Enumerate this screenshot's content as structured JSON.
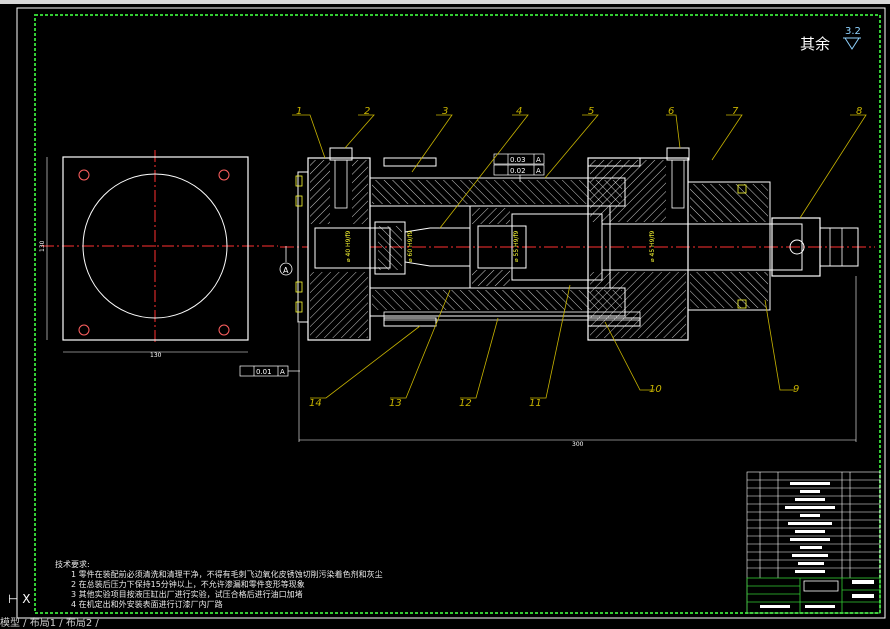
{
  "surface_roughness": {
    "label": "其余",
    "value": "3.2"
  },
  "part_labels": [
    "1",
    "2",
    "3",
    "4",
    "5",
    "6",
    "7",
    "8",
    "9",
    "10",
    "11",
    "12",
    "13",
    "14"
  ],
  "dimensions": {
    "overall_length": "300",
    "flange_width": "130",
    "flange_height": "130"
  },
  "datum": "A",
  "tolerance_frames": [
    {
      "value": "0.03",
      "datum": "A"
    },
    {
      "value": "0.02",
      "datum": "A"
    },
    {
      "value": "0.01",
      "datum": "A"
    }
  ],
  "technical_requirements": {
    "title": "技术要求:",
    "items": [
      "1  零件在装配前必须清洗和清理干净，不得有毛刺飞边氧化皮锈蚀切削污染着色剂和灰尘",
      "2  在总装后压力下保持15分钟以上，不允许渗漏和零件变形等现象",
      "3  其他实验项目按液压缸出厂进行实验，试压合格后进行油口加堵",
      "4  在机定出和外安装表面进行订漆厂内厂路"
    ]
  },
  "status_bar": {
    "text": "模型 / 布局1 / 布局2 /"
  },
  "colors": {
    "frame": "#33cc33",
    "outline": "#ffffff",
    "center_line": "#ff3030",
    "leader": "#c8b400",
    "hidden": "#ffff33",
    "title_block": "#33cc33"
  }
}
